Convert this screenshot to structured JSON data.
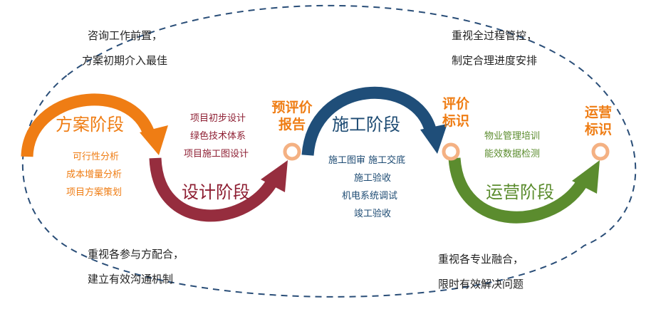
{
  "colors": {
    "orange": "#ef7d14",
    "red": "#8e1f33",
    "blue": "#1f4e79",
    "green": "#5b8c2e",
    "dashed_loop": "#2a4e78",
    "milestone_ring": "#f4b183"
  },
  "notes": {
    "top_left": [
      "咨询工作前置，",
      "方案初期介入最佳"
    ],
    "top_right": [
      "重视全过程管控，",
      "制定合理进度安排"
    ],
    "bottom_left": [
      "重视各参与方配合，",
      "建立有效沟通机制"
    ],
    "bottom_right": [
      "重视各专业融合，",
      "限时有效解决问题"
    ]
  },
  "phases": [
    {
      "label": "方案阶段",
      "items": [
        "可行性分析",
        "成本增量分析",
        "项目方案策划"
      ]
    },
    {
      "label": "设计阶段",
      "items": [
        "项目初步设计",
        "绿色技术体系",
        "项目施工图设计"
      ]
    },
    {
      "label": "施工阶段",
      "items": [
        "施工图审  施工交底",
        "施工验收",
        "机电系统调试",
        "竣工验收"
      ]
    },
    {
      "label": "运营阶段",
      "items": [
        "物业管理培训",
        "能效数据检测"
      ]
    }
  ],
  "milestones": [
    {
      "lines": [
        "预评价",
        "报告"
      ]
    },
    {
      "lines": [
        "评价",
        "标识"
      ]
    },
    {
      "lines": [
        "运营",
        "标识"
      ]
    }
  ]
}
